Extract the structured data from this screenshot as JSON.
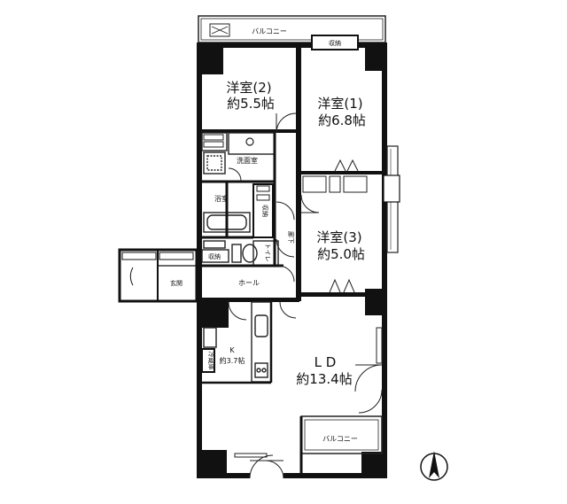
{
  "labels": {
    "balcony_top": "バルコニー",
    "storage_top": "収納",
    "western2_name": "洋室(2)",
    "western2_size": "約5.5帖",
    "western1_name": "洋室(1)",
    "western1_size": "約6.8帖",
    "western3_name": "洋室(3)",
    "western3_size": "約5.0帖",
    "washroom": "洗面室",
    "bath": "浴室",
    "storage_mid": "収納",
    "corridor": "廊下",
    "toilet": "トイレ",
    "storage_small": "収納",
    "entrance": "玄関",
    "hall": "ホール",
    "kitchen_k": "K",
    "kitchen_size": "約3.7帖",
    "ld_name": "L D",
    "ld_size": "約13.4帖",
    "balcony_bottom": "バルコニー",
    "fridge": "冷蔵庫"
  },
  "colors": {
    "wall": "#111111",
    "line": "#222222",
    "background": "#ffffff"
  },
  "icons": {
    "compass": "north-arrow-icon",
    "aircon": "aircon-icon"
  }
}
